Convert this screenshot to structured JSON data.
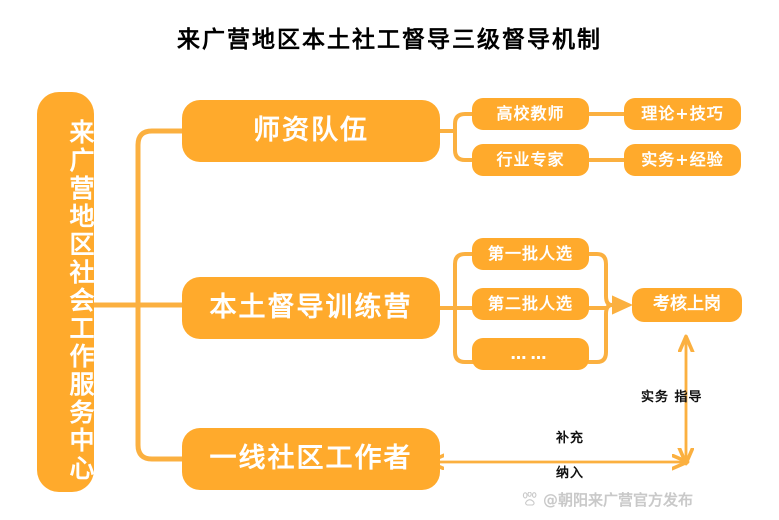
{
  "title": "来广营地区本土社工督导三级督导机制",
  "colors": {
    "node_fill": "#FFAA2C",
    "connector": "#FBB040",
    "node_text": "#FFFFFF",
    "label_text": "#111111",
    "background": "#FFFFFF",
    "watermark": "#C9C9C9"
  },
  "root": {
    "label": "来广营地区社会工作服务中心"
  },
  "branches": [
    {
      "id": "teachers",
      "label": "师资队伍",
      "children": [
        {
          "id": "university-teacher",
          "label": "高校教师",
          "output": {
            "id": "theory-skill",
            "label": "理论+技巧"
          }
        },
        {
          "id": "industry-expert",
          "label": "行业专家",
          "output": {
            "id": "practice-experience",
            "label": "实务+经验"
          }
        }
      ]
    },
    {
      "id": "training-camp",
      "label": "本土督导训练营",
      "children": [
        {
          "id": "batch-one",
          "label": "第一批人选"
        },
        {
          "id": "batch-two",
          "label": "第二批人选"
        },
        {
          "id": "batch-more",
          "label": "……"
        }
      ],
      "merge_target": {
        "id": "assessment",
        "label": "考核上岗"
      }
    },
    {
      "id": "frontline-workers",
      "label": "一线社区工作者",
      "children": []
    }
  ],
  "edge_labels": {
    "practice_guidance": "实务  指导",
    "supplement": "补充",
    "include": "纳入"
  },
  "watermark": {
    "icon": "baidu-paw-icon",
    "text": "@朝阳来广营官方发布"
  }
}
